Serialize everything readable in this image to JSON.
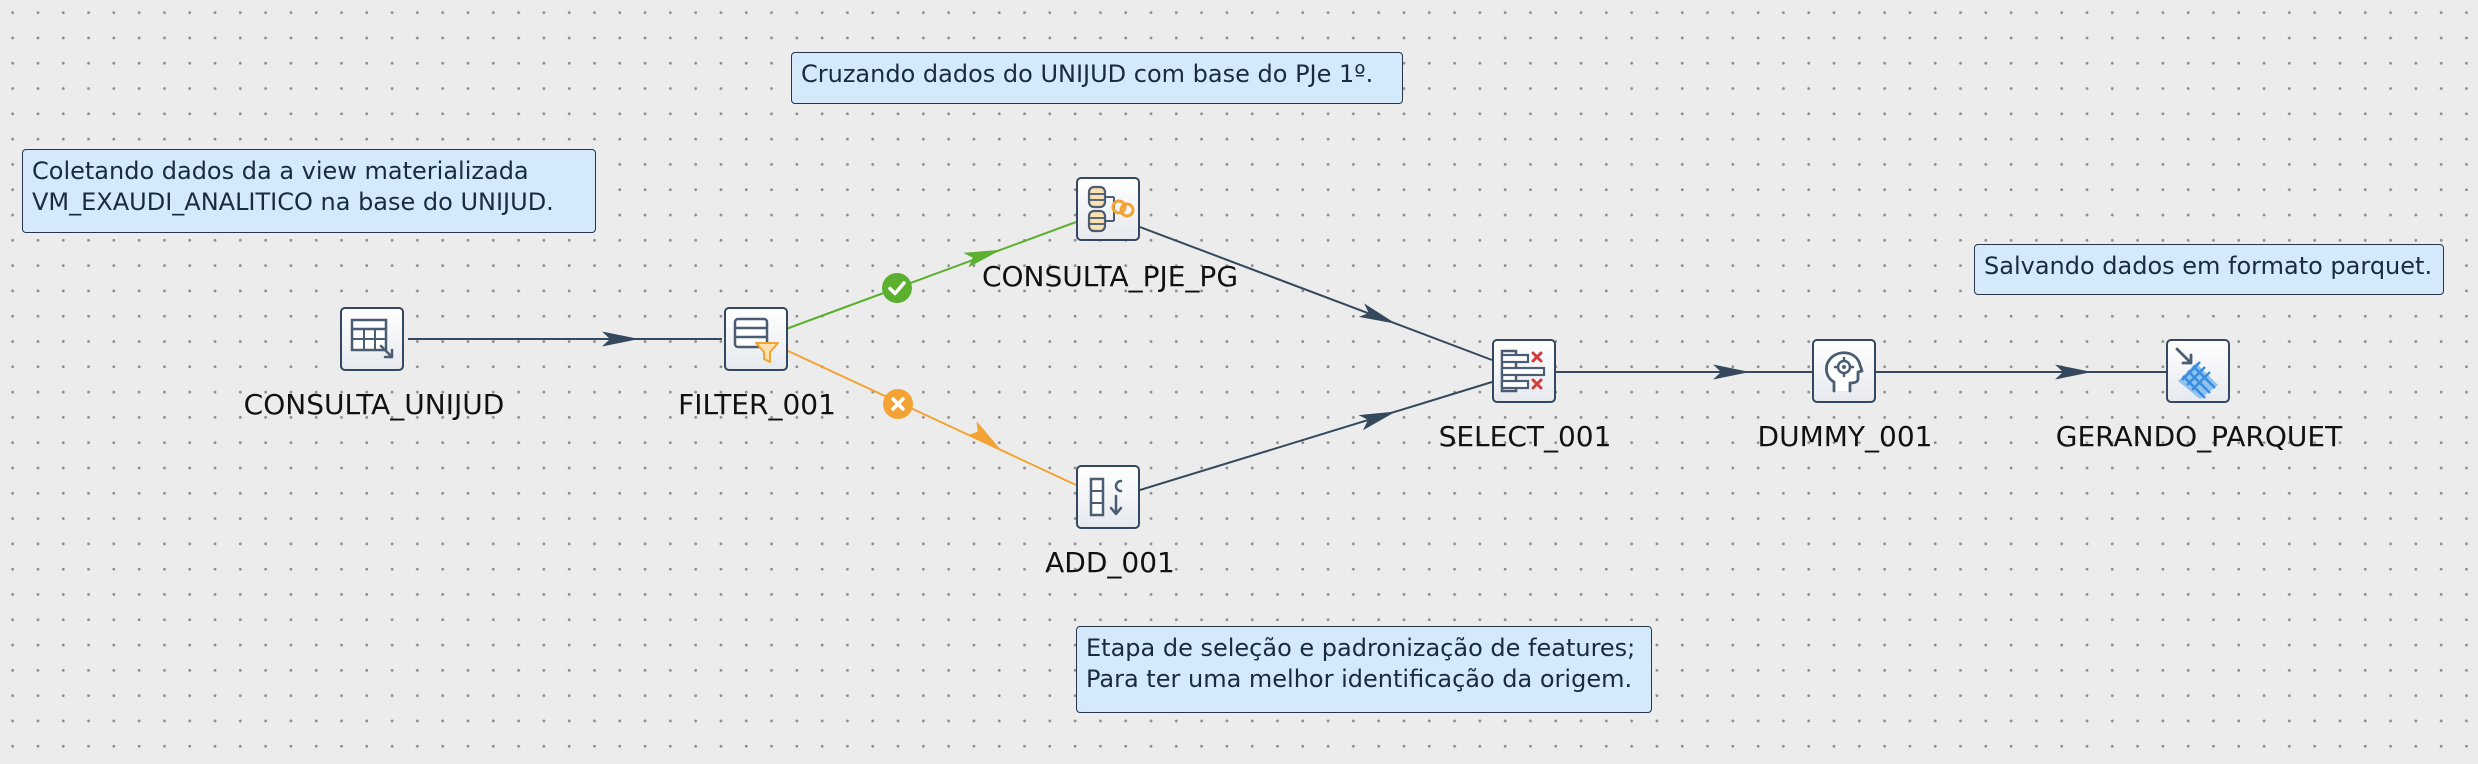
{
  "notes": {
    "unijud": [
      "Coletando dados da a view materializada",
      "VM_EXAUDI_ANALITICO na base do UNIJUD."
    ],
    "cruzando": "Cruzando dados do UNIJUD com base do PJe 1º.",
    "parquet": "Salvando dados em formato parquet.",
    "etapa": [
      "Etapa de seleção e padronização de features;",
      "Para ter uma melhor identificação da origem."
    ]
  },
  "steps": {
    "consulta_unijud": {
      "label": "CONSULTA_UNIJUD",
      "icon": "table-input-icon"
    },
    "filter_001": {
      "label": "FILTER_001",
      "icon": "filter-rows-icon"
    },
    "consulta_pje_pg": {
      "label": "CONSULTA_PJE_PG",
      "icon": "database-join-icon"
    },
    "add_001": {
      "label": "ADD_001",
      "icon": "add-constants-icon"
    },
    "select_001": {
      "label": "SELECT_001",
      "icon": "select-values-icon"
    },
    "dummy_001": {
      "label": "DUMMY_001",
      "icon": "dummy-head-icon"
    },
    "gerando_parquet": {
      "label": "GERANDO_PARQUET",
      "icon": "parquet-output-icon"
    }
  },
  "colors": {
    "hop": "#34495e",
    "hop_true": "#5cb030",
    "hop_false": "#f3a334",
    "note_fill": "#d4e9fb",
    "canvas": "#ececec"
  }
}
